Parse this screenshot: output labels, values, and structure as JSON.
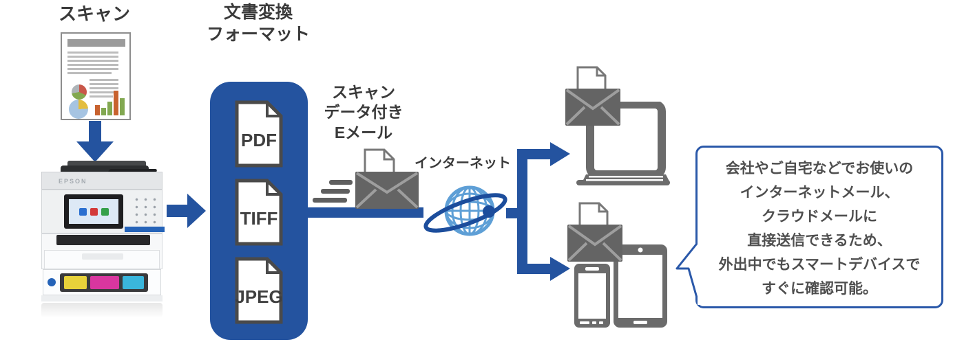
{
  "flow": {
    "scan_label": "スキャン",
    "format_label": [
      "文書変換",
      "フォーマット"
    ],
    "formats": [
      "PDF",
      "TIFF",
      "JPEG"
    ],
    "email_label": [
      "スキャン",
      "データ付き",
      "Eメール"
    ],
    "internet_label": "インターネット",
    "printer_brand": "EPSON"
  },
  "bubble": {
    "lines": [
      "会社やご自宅などでお使いの",
      "インターネットメール、",
      "クラウドメールに",
      "直接送信できるため、",
      "外出中でもスマートデバイスで",
      "すぐに確認可能。"
    ]
  },
  "colors": {
    "accent_blue": "#24539f",
    "bubble_border": "#2a58a9",
    "icon_gray": "#646464",
    "globe_blue": "#5e9fd6",
    "orbit_blue": "#1c4d9c",
    "label_text": "#3a3a3a",
    "bubble_text": "#4f4f4f"
  }
}
